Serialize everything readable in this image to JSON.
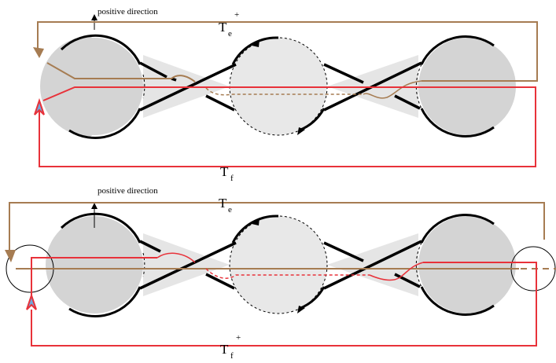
{
  "diagram": {
    "top_panel": {
      "direction_label": "positive direction",
      "brown_loop_label": {
        "main": "T",
        "sub": "e",
        "sup": "+"
      },
      "red_loop_label": {
        "main": "T",
        "sub": "f",
        "sup": ""
      }
    },
    "bottom_panel": {
      "direction_label": "positive direction",
      "brown_loop_label": {
        "main": "T",
        "sub": "e",
        "sup": ""
      },
      "red_loop_label": {
        "main": "T",
        "sub": "f",
        "sup": "+"
      }
    },
    "colors": {
      "brown": "#a67c52",
      "red": "#e8323a",
      "disk_dark": "#d4d4d4",
      "disk_light": "#e8e8e8",
      "arrow_fill": "#6fa8dc",
      "stroke": "#000000"
    }
  }
}
